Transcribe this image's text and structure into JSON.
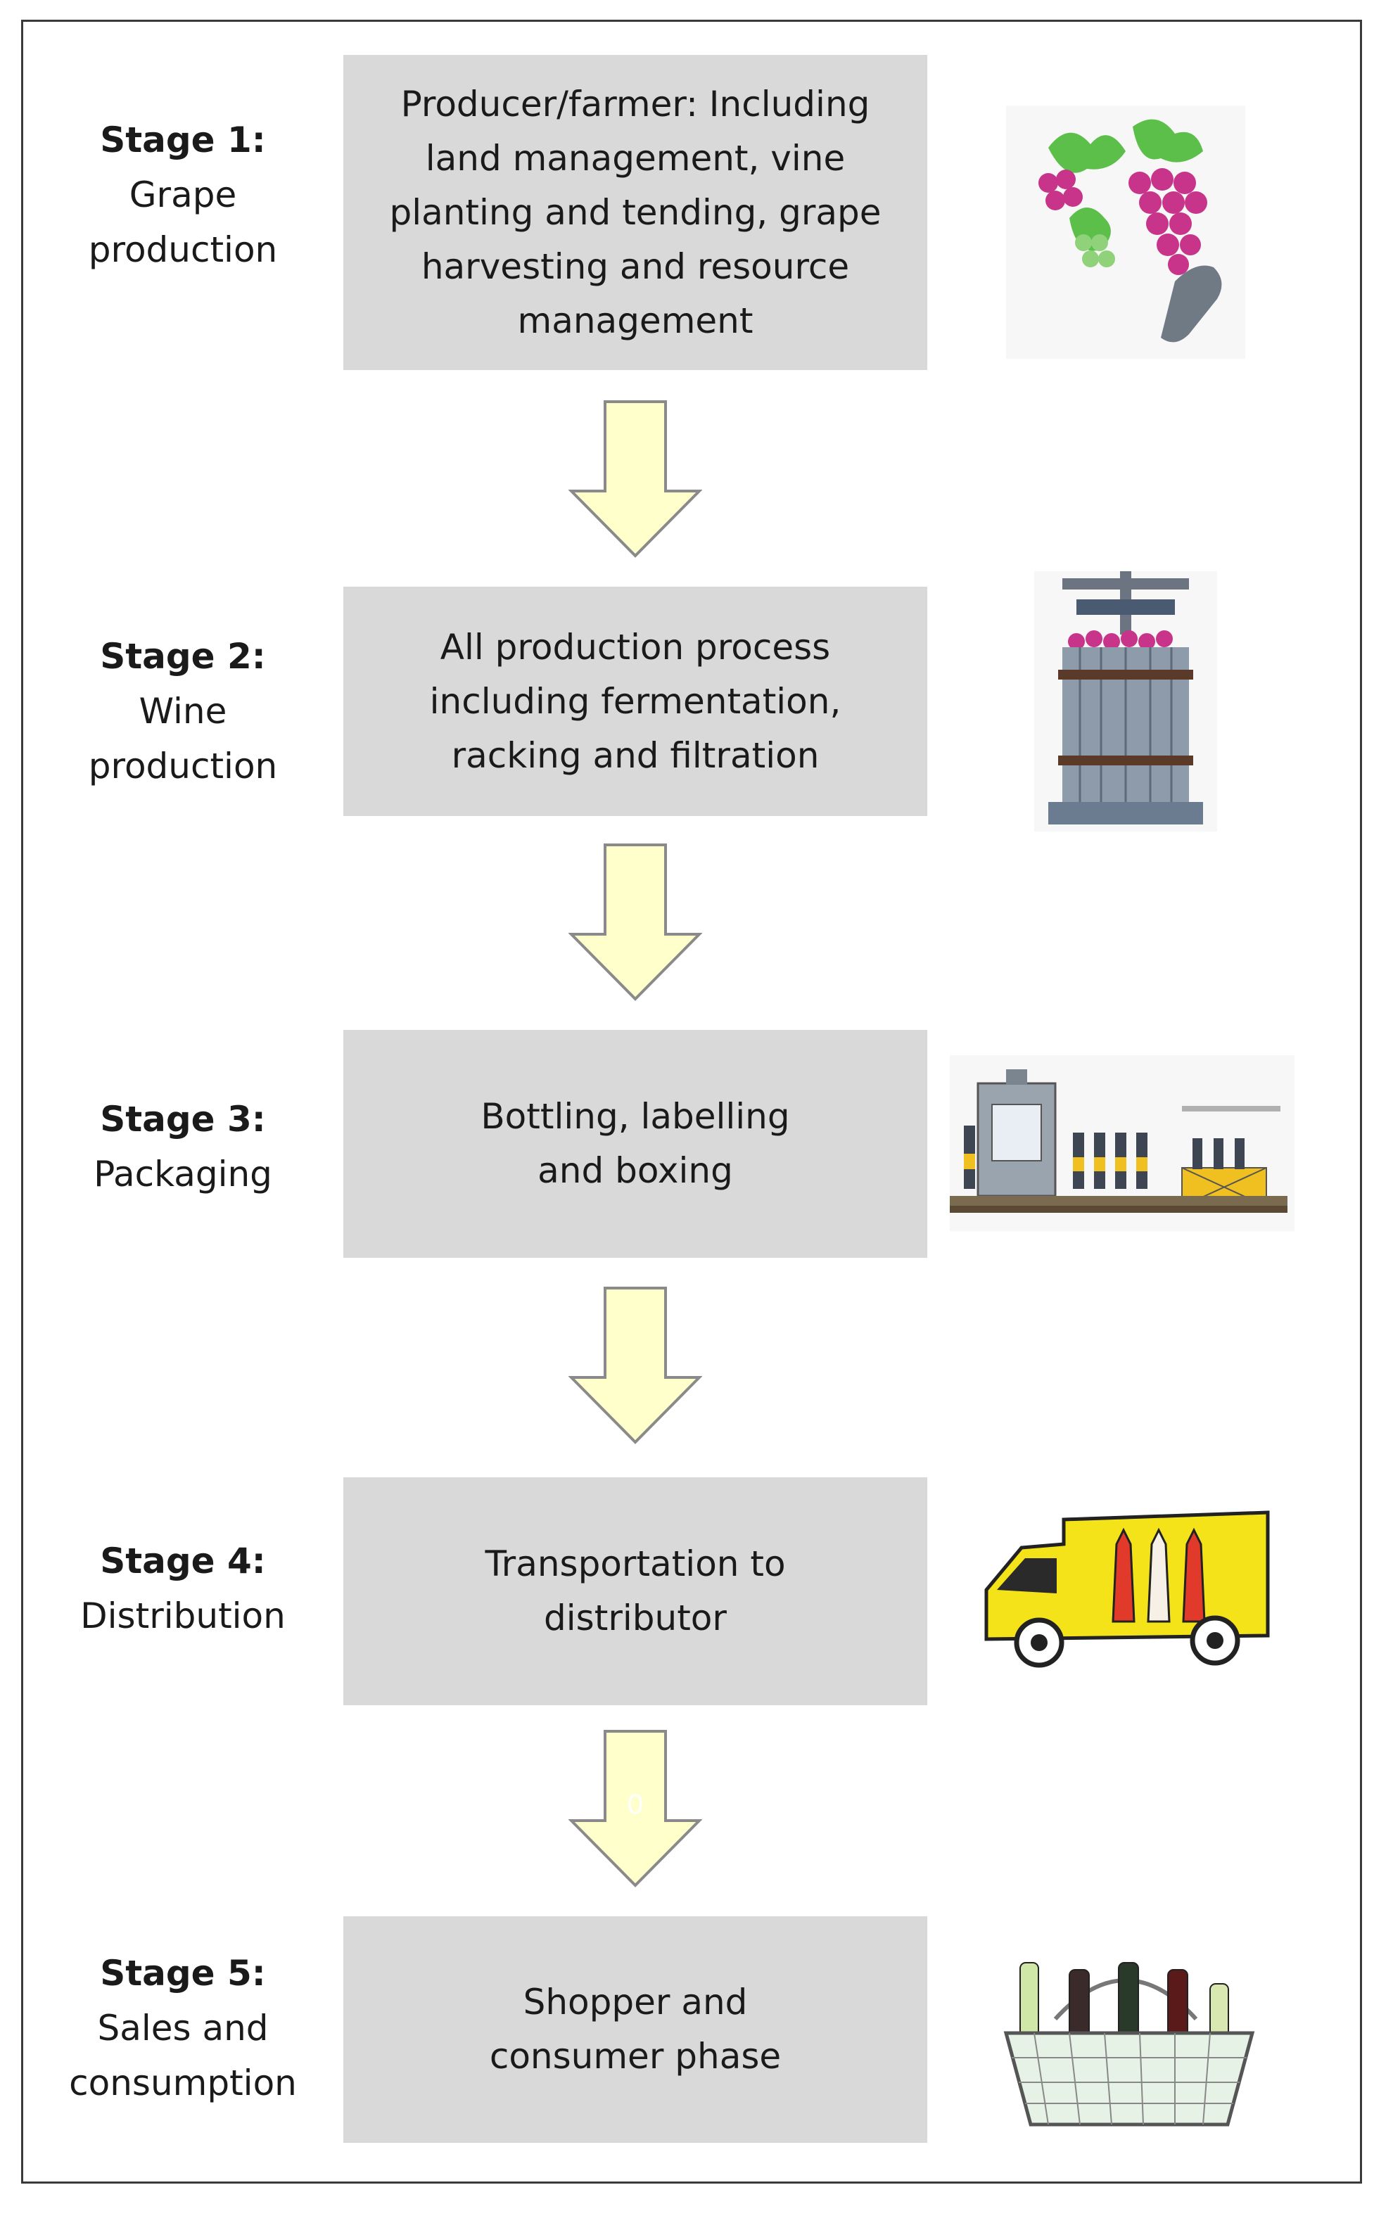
{
  "stages": [
    {
      "number": "Stage 1:",
      "name": "Grape\nproduction",
      "description": "Producer/farmer: Including\nland management, vine\nplanting and tending, grape\nharvesting and resource\nmanagement",
      "icon": "grape-harvest-icon"
    },
    {
      "number": "Stage 2:",
      "name": "Wine\nproduction",
      "description": "All production process\nincluding fermentation,\nracking and filtration",
      "icon": "wine-press-icon"
    },
    {
      "number": "Stage 3:",
      "name": "Packaging",
      "description": "Bottling, labelling\nand boxing",
      "icon": "bottling-line-icon"
    },
    {
      "number": "Stage 4:",
      "name": "Distribution",
      "description": "Transportation to\ndistributor",
      "icon": "delivery-truck-icon"
    },
    {
      "number": "Stage 5:",
      "name": "Sales and\nconsumption",
      "description": "Shopper and\nconsumer phase",
      "icon": "shopping-basket-icon"
    }
  ],
  "arrow_marks": [
    "",
    "",
    "",
    "0"
  ],
  "colors": {
    "box_fill": "#d9d9d9",
    "arrow_fill": "#ffffcc",
    "arrow_stroke": "#8a8a8a",
    "frame_border": "#3a3a3a"
  }
}
